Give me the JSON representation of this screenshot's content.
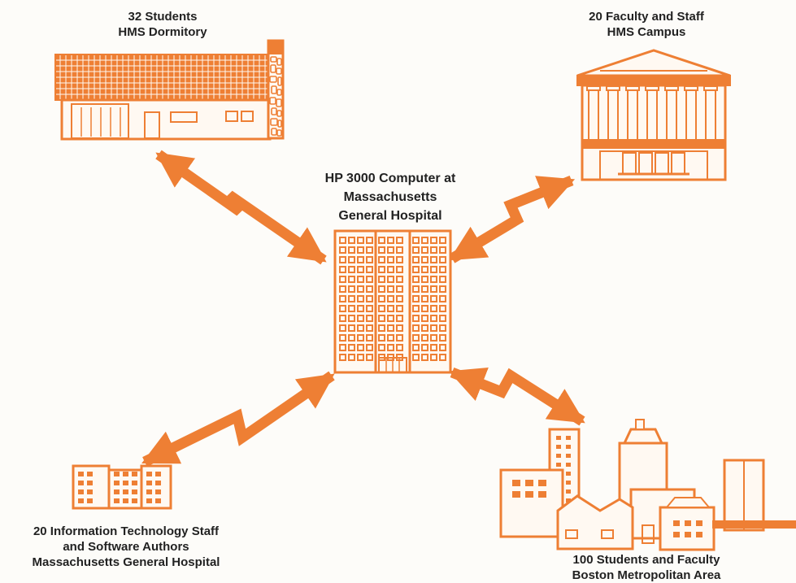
{
  "colors": {
    "accent": "#ee7f34",
    "fill": "#fff9f2",
    "text": "#222222"
  },
  "center": {
    "lines": [
      "HP 3000 Computer at",
      "Massachusetts",
      "General Hospital"
    ],
    "icon": "hospital-tower-icon"
  },
  "nodes": {
    "top_left": {
      "lines": [
        "32 Students",
        "HMS Dormitory"
      ],
      "icon": "dormitory-building-icon"
    },
    "top_right": {
      "lines": [
        "20 Faculty and Staff",
        "HMS Campus"
      ],
      "icon": "columned-campus-building-icon"
    },
    "bottom_left": {
      "lines": [
        "20 Information Technology Staff",
        "and Software Authors",
        "Massachusetts General Hospital"
      ],
      "icon": "office-building-icon"
    },
    "bottom_right": {
      "lines": [
        "100 Students and Faculty",
        "Boston Metropolitan Area"
      ],
      "icon": "city-skyline-icon"
    }
  },
  "connections": [
    {
      "from": "center",
      "to": "top_left",
      "icon": "double-arrow-icon"
    },
    {
      "from": "center",
      "to": "top_right",
      "icon": "double-arrow-icon"
    },
    {
      "from": "center",
      "to": "bottom_left",
      "icon": "double-arrow-icon"
    },
    {
      "from": "center",
      "to": "bottom_right",
      "icon": "double-arrow-icon"
    }
  ]
}
